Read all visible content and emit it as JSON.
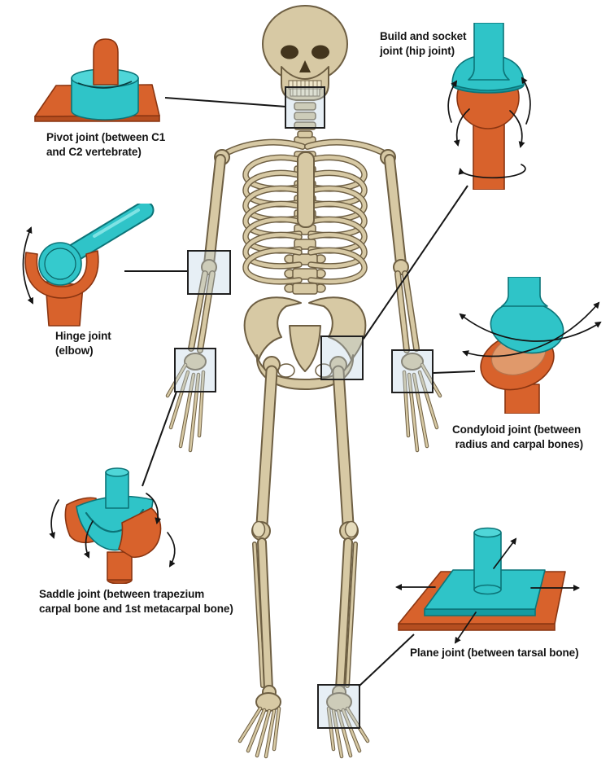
{
  "colors": {
    "teal": "#2fc4c8",
    "teal_light": "#4fd6d8",
    "teal_dark": "#159ba1",
    "teal_outline": "#0c7478",
    "orange": "#d8622c",
    "orange_dark": "#b54e20",
    "orange_light": "#e0996b",
    "orange_outline": "#8a3511",
    "bone": "#d7c9a4",
    "bone_outline": "#6e5f43",
    "line": "#161616",
    "region_fill": "rgba(186,208,226,0.35)"
  },
  "labels": {
    "pivot": {
      "line1": "Pivot joint (between C1",
      "line2": "and C2 vertebrate)"
    },
    "ball_socket": {
      "line1": "Build and socket",
      "line2": "joint (hip joint)"
    },
    "hinge": {
      "line1": "Hinge joint",
      "line2": "(elbow)"
    },
    "condyloid": {
      "line1": "Condyloid joint (between",
      "line2": " radius and carpal bones)"
    },
    "saddle": {
      "line1": "Saddle joint (between trapezium",
      "line2": "carpal bone and 1st metacarpal bone)"
    },
    "plane": {
      "line1": "Plane joint (between tarsal bone)"
    }
  }
}
